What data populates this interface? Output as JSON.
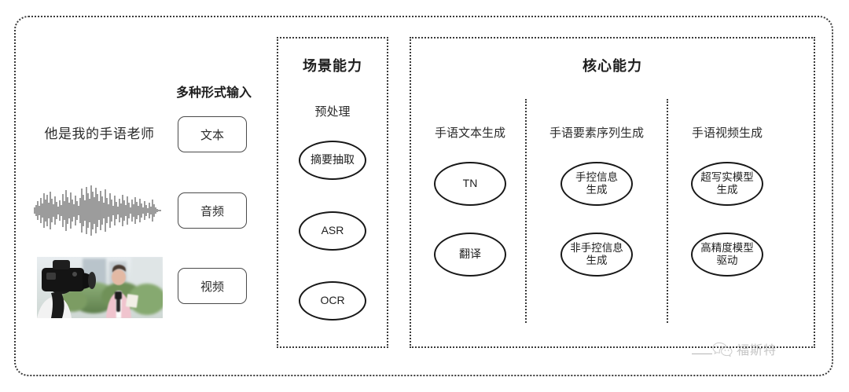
{
  "diagram": {
    "title_hidden": "",
    "input_section": {
      "heading": "多种形式输入",
      "sample_sentence": "他是我的手语老师",
      "modalities": [
        {
          "label": "文本",
          "icon": "text-icon"
        },
        {
          "label": "音频",
          "icon": "waveform-icon"
        },
        {
          "label": "视频",
          "icon": "video-thumbnail-icon"
        }
      ]
    },
    "scene_panel": {
      "title": "场景能力",
      "subsection_label": "预处理",
      "nodes": [
        {
          "label": "摘要抽取"
        },
        {
          "label": "ASR"
        },
        {
          "label": "OCR"
        }
      ]
    },
    "core_panel": {
      "title": "核心能力",
      "columns": [
        {
          "label": "手语文本生成",
          "nodes": [
            {
              "label": "TN"
            },
            {
              "label": "翻译"
            }
          ]
        },
        {
          "label": "手语要素序列生成",
          "nodes": [
            {
              "line1": "手控信息",
              "line2": "生成"
            },
            {
              "line1": "非手控信息",
              "line2": "生成"
            }
          ]
        },
        {
          "label": "手语视频生成",
          "nodes": [
            {
              "line1": "超写实模型",
              "line2": "生成"
            },
            {
              "line1": "高精度模型",
              "line2": "驱动"
            }
          ]
        }
      ]
    },
    "watermark": {
      "text": "福斯特",
      "icon": "wechat-icon"
    },
    "colors": {
      "border": "#3a3a3a",
      "node_stroke": "#171717",
      "text": "#2b2b2b",
      "background": "#ffffff",
      "watermark": "#8c8c8c"
    }
  }
}
